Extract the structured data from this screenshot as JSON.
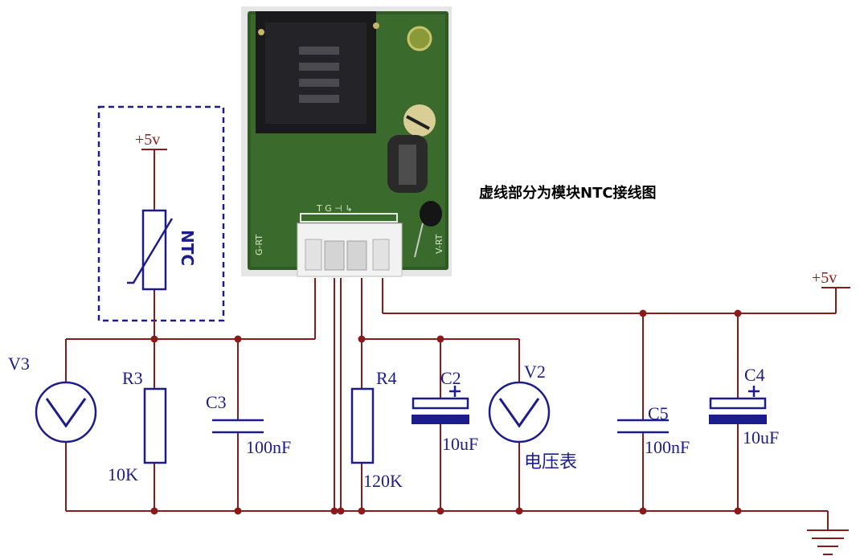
{
  "annotation": "虚线部分为模块NTC接线图",
  "pcb": {
    "connector_pins": "T G ⊣ ↳",
    "silk_left": "G-RT",
    "silk_right": "V-RT"
  },
  "supplies": {
    "left": "+5v",
    "right": "+5v"
  },
  "components": {
    "ntc": {
      "label": "NTC"
    },
    "v3": {
      "label": "V3"
    },
    "r3": {
      "ref": "R3",
      "value": "10K"
    },
    "c3": {
      "ref": "C3",
      "value": "100nF"
    },
    "r4": {
      "ref": "R4",
      "value": "120K"
    },
    "c2": {
      "ref": "C2",
      "value": "10uF"
    },
    "v2": {
      "ref": "V2",
      "value": "电压表"
    },
    "c5": {
      "ref": "C5",
      "value": "100nF"
    },
    "c4": {
      "ref": "C4",
      "value": "10uF"
    }
  },
  "colors": {
    "wire": "#8b1a1a",
    "component": "#1c1c8c",
    "pcb": "#2f5a23"
  }
}
